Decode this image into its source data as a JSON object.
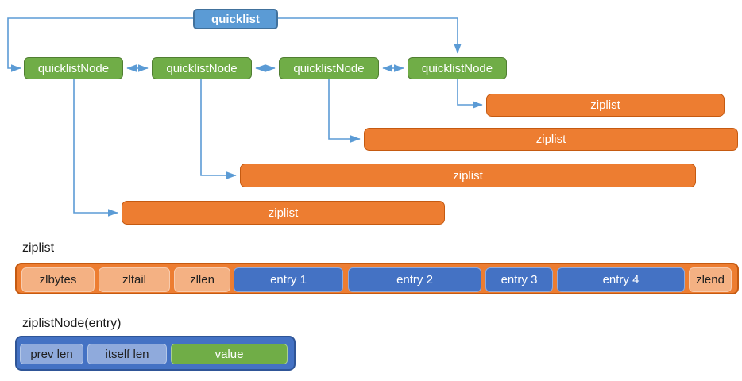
{
  "diagram": {
    "root": {
      "label": "quicklist"
    },
    "nodes": [
      {
        "label": "quicklistNode"
      },
      {
        "label": "quicklistNode"
      },
      {
        "label": "quicklistNode"
      },
      {
        "label": "quicklistNode"
      }
    ],
    "ziplists": [
      {
        "label": "ziplist"
      },
      {
        "label": "ziplist"
      },
      {
        "label": "ziplist"
      },
      {
        "label": "ziplist"
      }
    ]
  },
  "ziplist_struct": {
    "section_label": "ziplist",
    "cells": [
      {
        "label": "zlbytes",
        "type": "meta"
      },
      {
        "label": "zltail",
        "type": "meta"
      },
      {
        "label": "zllen",
        "type": "meta"
      },
      {
        "label": "entry 1",
        "type": "entry"
      },
      {
        "label": "entry 2",
        "type": "entry"
      },
      {
        "label": "entry 3",
        "type": "entry"
      },
      {
        "label": "entry 4",
        "type": "entry"
      },
      {
        "label": "zlend",
        "type": "meta"
      }
    ]
  },
  "ziplist_node": {
    "section_label": "ziplistNode(entry)",
    "cells": [
      {
        "label": "prev len",
        "type": "len"
      },
      {
        "label": "itself len",
        "type": "len"
      },
      {
        "label": "value",
        "type": "value"
      }
    ]
  },
  "colors": {
    "root_fill": "#5B9BD5",
    "root_border": "#41719C",
    "node_fill": "#70AD47",
    "node_border": "#507E32",
    "ziplist_fill": "#ED7D31",
    "ziplist_border": "#C55A11",
    "meta_fill": "#F4B183",
    "entry_fill": "#4472C4",
    "len_fill": "#8FAADC",
    "value_fill": "#70AD47",
    "connector": "#5B9BD5",
    "label_text": "#1a1a1a"
  }
}
